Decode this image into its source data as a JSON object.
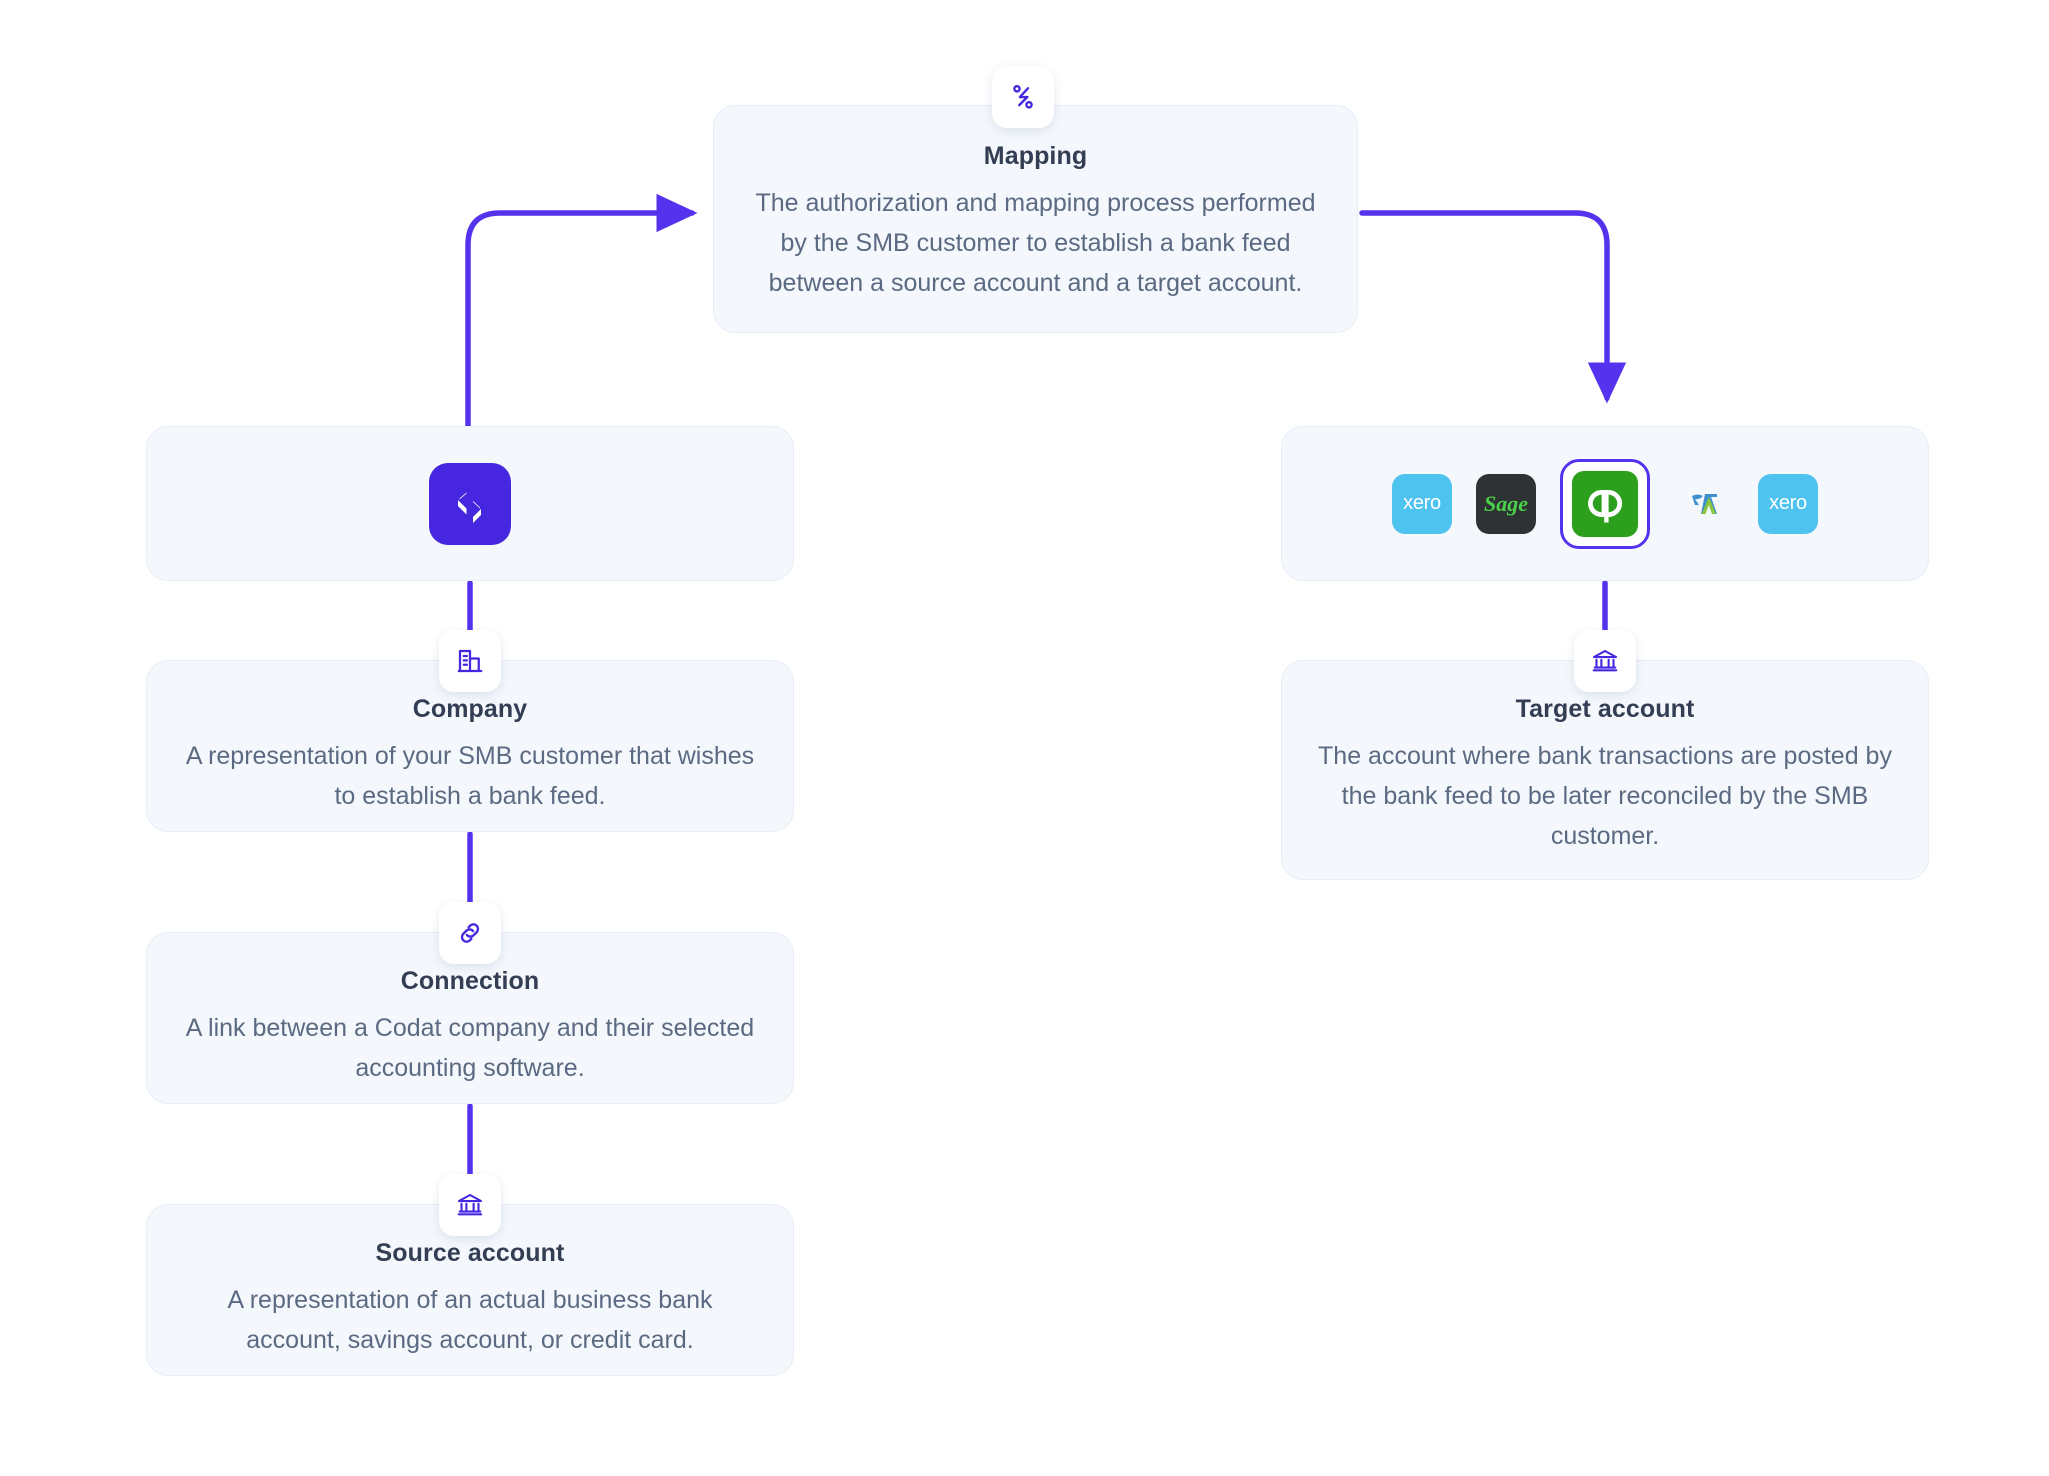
{
  "theme": {
    "accent": "#4726e0",
    "arrow": "#5533ee",
    "card_bg": "#f4f8fc",
    "card_border": "#e6edf6",
    "title_color": "#333d54",
    "body_color": "#5b6a82",
    "canvas_bg": "#ffffff"
  },
  "mapping": {
    "icon": "mapping-percent-icon",
    "title": "Mapping",
    "description": "The authorization and mapping process performed by the SMB customer to establish a bank feed between a source account and a target account."
  },
  "codat_banner": {
    "icon": "codat-logo",
    "alt": "Codat"
  },
  "platform_banner": {
    "logos": [
      {
        "name": "xero",
        "label": "xero",
        "selected": false
      },
      {
        "name": "sage",
        "label": "Sage",
        "selected": false
      },
      {
        "name": "quickbooks",
        "label": "qb",
        "selected": true
      },
      {
        "name": "freeagent",
        "label": "",
        "selected": false
      },
      {
        "name": "xero",
        "label": "xero",
        "selected": false
      }
    ]
  },
  "company": {
    "icon": "building-icon",
    "title": "Company",
    "description": "A representation of your SMB customer that wishes to establish a bank feed."
  },
  "connection": {
    "icon": "link-icon",
    "title": "Connection",
    "description": "A link between a Codat company and their selected accounting software."
  },
  "source_account": {
    "icon": "bank-icon",
    "title": "Source account",
    "description": "A representation of an actual business bank account, savings account, or credit card."
  },
  "target_account": {
    "icon": "bank-icon",
    "title": "Target account",
    "description": "The account where bank transactions are posted by the bank feed to be later reconciled by the SMB customer."
  },
  "connectors": [
    {
      "name": "codat-to-mapping",
      "from": "codat_banner",
      "to": "mapping",
      "arrowhead": "right"
    },
    {
      "name": "mapping-to-platforms",
      "from": "mapping",
      "to": "platform_banner",
      "arrowhead": "down"
    },
    {
      "name": "codat-to-company",
      "from": "codat_banner",
      "to": "company",
      "arrowhead": "none"
    },
    {
      "name": "company-to-connection",
      "from": "company",
      "to": "connection",
      "arrowhead": "none"
    },
    {
      "name": "connection-to-source",
      "from": "connection",
      "to": "source_account",
      "arrowhead": "none"
    },
    {
      "name": "platforms-to-target",
      "from": "platform_banner",
      "to": "target_account",
      "arrowhead": "none"
    }
  ]
}
